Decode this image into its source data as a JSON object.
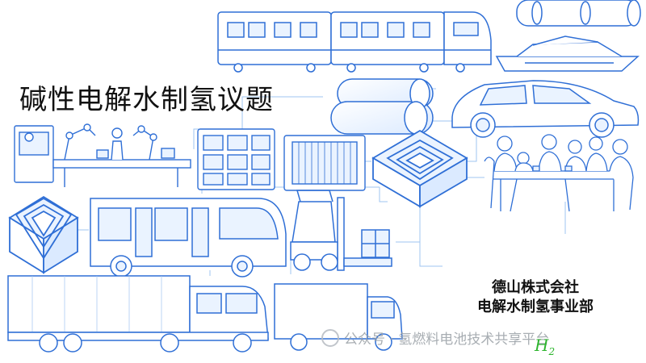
{
  "title": "碱性电解水制氢议题",
  "company": {
    "line1": "德山株式会社",
    "line2": "电解水制氢事业部"
  },
  "watermark": {
    "text": "公众号 · 氢燃料电池技术共享平台"
  },
  "logo_mark": {
    "letter": "H",
    "subscript": "2"
  },
  "colors": {
    "line": "#2f6fd6",
    "light_line": "#9fc4f0",
    "fill": "#eaf3ff",
    "accent_green": "#2db52d"
  }
}
